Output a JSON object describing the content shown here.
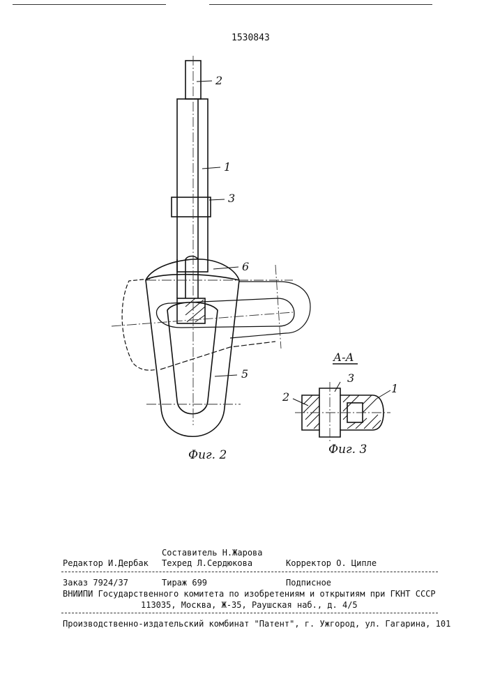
{
  "patent_number": "1530843",
  "figure2": {
    "caption": "Фиг. 2",
    "labels": {
      "l1": "1",
      "l2": "2",
      "l3": "3",
      "l5": "5",
      "l6": "6"
    }
  },
  "figure3": {
    "caption": "Фиг. 3",
    "section_title": "А-А",
    "labels": {
      "l1": "1",
      "l2": "2",
      "l3": "3"
    }
  },
  "footer": {
    "compiler": "Составитель Н.Жарова",
    "editor": "Редактор И.Дербак",
    "techred": "Техред Л.Сердюкова",
    "corrector": "Корректор О. Ципле",
    "order": "Заказ 7924/37",
    "circulation": "Тираж 699",
    "subscription": "Подписное",
    "vniipi": "ВНИИПИ Государственного комитета по изобретениям и открытиям при ГКНТ СССР",
    "address": "113035, Москва, Ж-35, Раушская наб., д. 4/5",
    "publisher": "Производственно-издательский комбинат \"Патент\", г. Ужгород, ул. Гагарина, 101"
  }
}
